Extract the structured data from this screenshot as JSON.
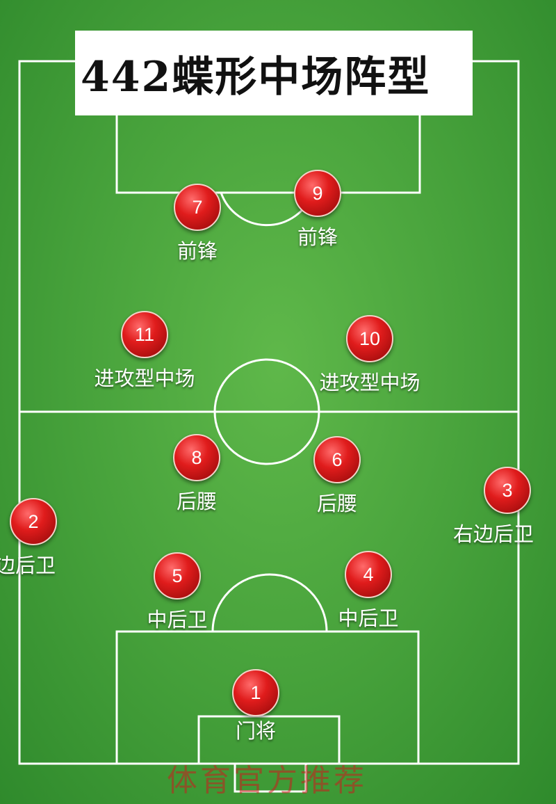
{
  "title": "442蝶形中场阵型",
  "players": [
    {
      "number": "7",
      "role": "前锋"
    },
    {
      "number": "9",
      "role": "前锋"
    },
    {
      "number": "11",
      "role": "进攻型中场"
    },
    {
      "number": "10",
      "role": "进攻型中场"
    },
    {
      "number": "8",
      "role": "后腰"
    },
    {
      "number": "6",
      "role": "后腰"
    },
    {
      "number": "2",
      "role": "左边后卫"
    },
    {
      "number": "3",
      "role": "右边后卫"
    },
    {
      "number": "5",
      "role": "中后卫"
    },
    {
      "number": "4",
      "role": "中后卫"
    },
    {
      "number": "1",
      "role": "门将"
    }
  ],
  "watermark": "体育官方推荐",
  "colors": {
    "pitch": "#45a03a",
    "lines": "#ffffff",
    "player": "#e01c1c"
  }
}
